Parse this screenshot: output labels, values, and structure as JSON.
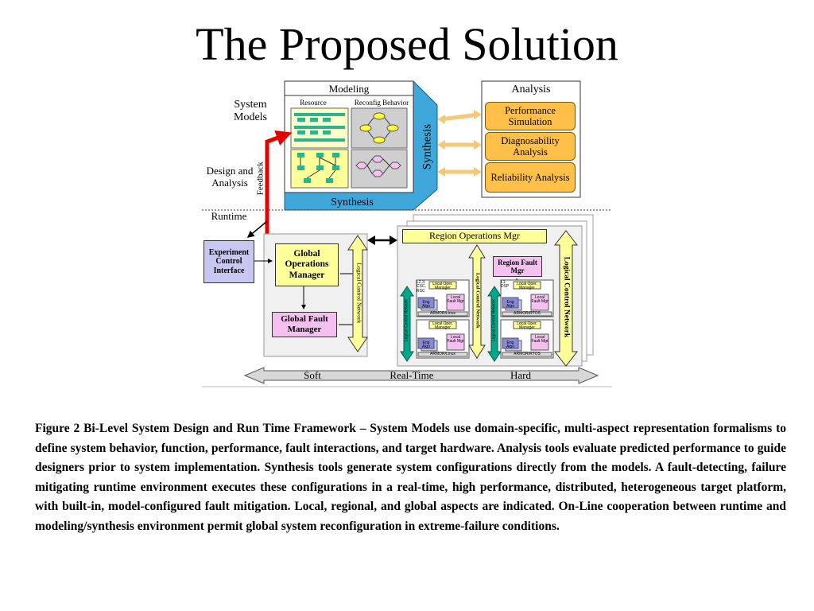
{
  "slide": {
    "title": "The Proposed Solution",
    "caption": "Figure 2 Bi-Level System Design and Run Time Framework – System Models use domain-specific, multi-aspect representation formalisms to define system behavior, function, performance, fault interactions, and target hardware.  Analysis tools evaluate predicted performance to guide designers prior to system implementation. Synthesis tools generate system configurations directly from the models. A fault-detecting, failure mitigating runtime environment executes these configurations in a real-time, high performance, distributed, heterogeneous target platform, with built-in, model-configured fault mitigation. Local, regional, and global aspects are indicated. On-Line cooperation between  runtime and modeling/synthesis environment permit global system reconfiguration in extreme-failure conditions."
  },
  "diagram": {
    "left_labels": {
      "system_models": "System Models",
      "design_and_analysis": "Design and Analysis",
      "runtime": "Runtime",
      "feedback": "Feedback"
    },
    "modeling": {
      "title": "Modeling",
      "resource": "Resource",
      "reconfig_behavior": "Reconfig Behavior",
      "synthesis_side": "Synthesis",
      "synthesis_bottom": "Synthesis"
    },
    "analysis": {
      "title": "Analysis",
      "items": [
        "Performance Simulation",
        "Diagnosability Analysis",
        "Reliability Analysis"
      ]
    },
    "runtime": {
      "experiment_interface": "Experiment Control Interface",
      "global_ops": "Global Operations Manager",
      "global_fault": "Global Fault Manager",
      "logical_control_network": "Logical Control Network",
      "region_ops": "Region Operations Mgr",
      "region_fault": "Region Fault Mgr",
      "region_lcn": "Logical Control Network",
      "local_lcn": "Logical Control Network",
      "local_left_top_label": "L2,3: CSC, RSC",
      "local_right_top_label": "L1: DSP",
      "local_oper_mgr": "Local Oper. Manager",
      "local_fault_mgr": "Local Fault Mgr",
      "eng_algo": "Eng Algo",
      "armor_linux": "ARMOR/Linux",
      "armor_rtos": "ARMOR/RTOS"
    },
    "spectrum": {
      "soft": "Soft",
      "realtime": "Real-Time",
      "hard": "Hard"
    },
    "colors": {
      "modeling_octagon": "#3fa7d9",
      "analysis_box": "#ffc04a",
      "yellow_box": "#ffff99",
      "experiment_box": "#c7c7f2",
      "region_fault_box": "#f3c0f0",
      "feedback_arrow": "#e60000",
      "teal": "#00a88a"
    }
  }
}
